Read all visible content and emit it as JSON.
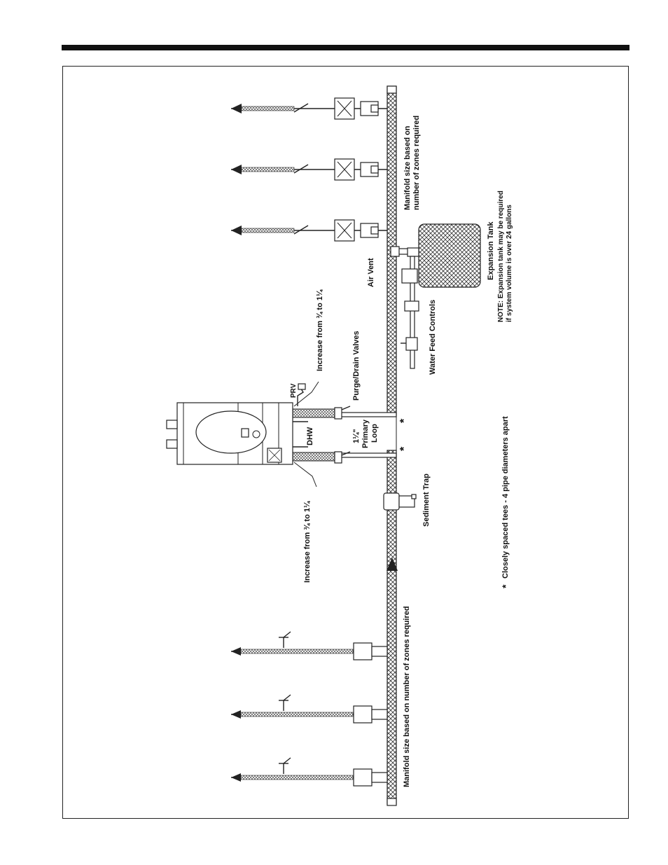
{
  "diagram": {
    "labels": {
      "manifold_top_line1": "Manifold size based on",
      "manifold_top_line2": "number of zones required",
      "expansion_tank": "Expansion Tank",
      "note_line1": "NOTE: Expansion tank may be required",
      "note_line2": "if system volume is over 24 gallons",
      "air_vent": "Air Vent",
      "water_feed_controls": "Water Feed Controls",
      "increase_top": "Increase from ¾ to 1¼",
      "purge_drain_valves": "Purge/Drain Valves",
      "prv": "PRV",
      "primary_loop_line1": "1¼\"",
      "primary_loop_line2": "Primary",
      "primary_loop_line3": "Loop",
      "dhw": "DHW",
      "closely_spaced_tees": "Closely spaced tees - 4 pipe diameters apart",
      "asterisk": "*",
      "sediment_trap": "Sediment Trap",
      "increase_bottom": "Increase from ¾ to 1¼",
      "manifold_bottom": "Manifold size based on number of zones required"
    }
  }
}
